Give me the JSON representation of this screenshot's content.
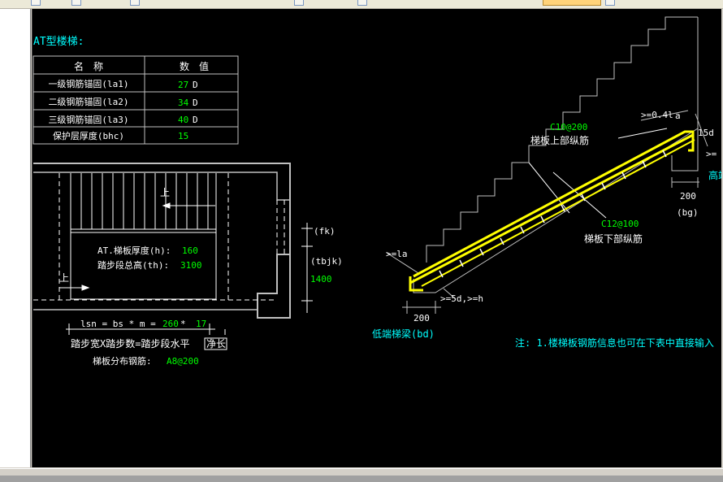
{
  "title": "AT型楼梯:",
  "table": {
    "headers": [
      "名　称",
      "数　值"
    ],
    "rows": [
      {
        "name": "一级钢筋锚固(la1)",
        "value": "27",
        "unit": "D"
      },
      {
        "name": "二级钢筋锚固(la2)",
        "value": "34",
        "unit": "D"
      },
      {
        "name": "三级钢筋锚固(la3)",
        "value": "40",
        "unit": "D"
      },
      {
        "name": "保护层厚度(bhc)",
        "value": "15",
        "unit": ""
      }
    ]
  },
  "plan": {
    "up1": "上",
    "up2": "上",
    "thickness_label": "AT.梯板厚度(h):",
    "thickness_value": "160",
    "height_label": "踏步段总高(th):",
    "height_value": "3100",
    "fk": "(fk)",
    "tbjk": "(tbjk)",
    "tbjk_value": "1400",
    "lsn_prefix": "lsn = bs * m =",
    "bs_value": "260",
    "times": " * ",
    "m_value": "17",
    "formula_label": "踏步宽X踏步数=踏步段水平",
    "formula_box": "净长",
    "dist_label": "梯板分布钢筋:",
    "dist_value": "A8@200"
  },
  "section": {
    "top_bar_label": "C10@200",
    "top_bar_desc": "梯板上部纵筋",
    "bottom_bar_label": "C12@100",
    "bottom_bar_desc": "梯板下部纵筋",
    "dim_041": ">=0.4l",
    "dim_a": "a",
    "dim_15d": "15d",
    "dim_ge": ">=",
    "high_beam": "高端",
    "bg_width": "200",
    "bg": "(bg)",
    "ge_la": ">=la",
    "ge_5d": ">=5d,>=h",
    "bd_width": "200",
    "low_beam": "低端梯梁(bd)",
    "note": "注: 1.楼梯板钢筋信息也可在下表中直接输入"
  },
  "colors": {
    "cyan": "#00ffff",
    "green": "#00ff00",
    "white": "#ffffff",
    "yellow": "#ffff00",
    "canvas": "#000000"
  }
}
